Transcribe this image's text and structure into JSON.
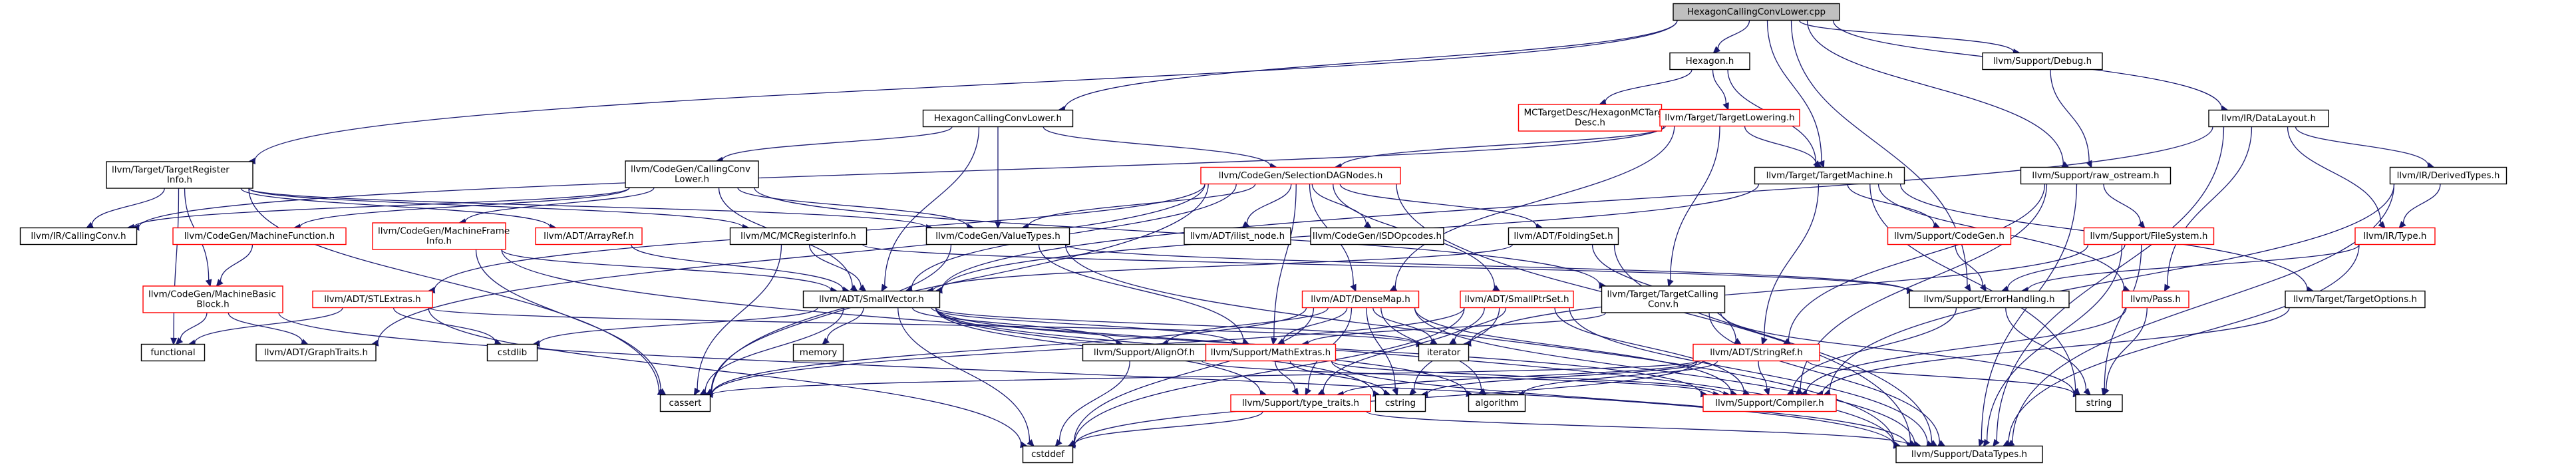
{
  "diagram": {
    "title": "HexagonCallingConvLower.cpp",
    "colors": {
      "edge": "#191970",
      "root_fill": "#bfbfbf",
      "node_stroke_normal": "#000000",
      "node_stroke_incomplete": "#ff0000",
      "node_fill": "#ffffff",
      "text": "#000000"
    },
    "nodes": [
      {
        "id": "root",
        "lines": [
          "HexagonCallingConvLower.cpp"
        ],
        "root": true
      },
      {
        "id": "hexagon",
        "lines": [
          "Hexagon.h"
        ]
      },
      {
        "id": "debug",
        "lines": [
          "llvm/Support/Debug.h"
        ]
      },
      {
        "id": "datalayout",
        "lines": [
          "llvm/IR/DataLayout.h"
        ]
      },
      {
        "id": "hcclower",
        "lines": [
          "HexagonCallingConvLower.h"
        ]
      },
      {
        "id": "mctarget",
        "lines": [
          "MCTargetDesc/HexagonMCTarget",
          "Desc.h"
        ],
        "red": true
      },
      {
        "id": "tlowering",
        "lines": [
          "llvm/Target/TargetLowering.h"
        ],
        "red": true
      },
      {
        "id": "tregister",
        "lines": [
          "llvm/Target/TargetRegister",
          "Info.h"
        ]
      },
      {
        "id": "cgcallingconv",
        "lines": [
          "llvm/CodeGen/CallingConv",
          "Lower.h"
        ]
      },
      {
        "id": "seldag",
        "lines": [
          "llvm/CodeGen/SelectionDAGNodes.h"
        ],
        "red": true
      },
      {
        "id": "tmachine",
        "lines": [
          "llvm/Target/TargetMachine.h"
        ]
      },
      {
        "id": "rawostream",
        "lines": [
          "llvm/Support/raw_ostream.h"
        ]
      },
      {
        "id": "derivedtypes",
        "lines": [
          "llvm/IR/DerivedTypes.h"
        ]
      },
      {
        "id": "ircallingconv",
        "lines": [
          "llvm/IR/CallingConv.h"
        ]
      },
      {
        "id": "machinefunction",
        "lines": [
          "llvm/CodeGen/MachineFunction.h"
        ],
        "red": true
      },
      {
        "id": "machineframe",
        "lines": [
          "llvm/CodeGen/MachineFrame",
          "Info.h"
        ],
        "red": true
      },
      {
        "id": "arrayref",
        "lines": [
          "llvm/ADT/ArrayRef.h"
        ],
        "red": true
      },
      {
        "id": "mcreginfo",
        "lines": [
          "llvm/MC/MCRegisterInfo.h"
        ]
      },
      {
        "id": "valuetypes",
        "lines": [
          "llvm/CodeGen/ValueTypes.h"
        ]
      },
      {
        "id": "ilistnode",
        "lines": [
          "llvm/ADT/ilist_node.h"
        ]
      },
      {
        "id": "isdopcodes",
        "lines": [
          "llvm/CodeGen/ISDOpcodes.h"
        ]
      },
      {
        "id": "foldingset",
        "lines": [
          "llvm/ADT/FoldingSet.h"
        ]
      },
      {
        "id": "cgsupport",
        "lines": [
          "llvm/Support/CodeGen.h"
        ],
        "red": true
      },
      {
        "id": "filesystem",
        "lines": [
          "llvm/Support/FileSystem.h"
        ],
        "red": true
      },
      {
        "id": "irtype",
        "lines": [
          "llvm/IR/Type.h"
        ],
        "red": true
      },
      {
        "id": "machinebasic",
        "lines": [
          "llvm/CodeGen/MachineBasic",
          "Block.h"
        ],
        "red": true
      },
      {
        "id": "stlextras",
        "lines": [
          "llvm/ADT/STLExtras.h"
        ],
        "red": true
      },
      {
        "id": "smallvector",
        "lines": [
          "llvm/ADT/SmallVector.h"
        ]
      },
      {
        "id": "densemap",
        "lines": [
          "llvm/ADT/DenseMap.h"
        ],
        "red": true
      },
      {
        "id": "smallptrset",
        "lines": [
          "llvm/ADT/SmallPtrSet.h"
        ],
        "red": true
      },
      {
        "id": "ttcallingconv",
        "lines": [
          "llvm/Target/TargetCalling",
          "Conv.h"
        ]
      },
      {
        "id": "errorhandling",
        "lines": [
          "llvm/Support/ErrorHandling.h"
        ]
      },
      {
        "id": "pass",
        "lines": [
          "llvm/Pass.h"
        ],
        "red": true
      },
      {
        "id": "toptions",
        "lines": [
          "llvm/Target/TargetOptions.h"
        ]
      },
      {
        "id": "functional",
        "lines": [
          "functional"
        ]
      },
      {
        "id": "graphtraits",
        "lines": [
          "llvm/ADT/GraphTraits.h"
        ]
      },
      {
        "id": "cstdlib",
        "lines": [
          "cstdlib"
        ]
      },
      {
        "id": "memory",
        "lines": [
          "memory"
        ]
      },
      {
        "id": "alignof",
        "lines": [
          "llvm/Support/AlignOf.h"
        ]
      },
      {
        "id": "mathextras",
        "lines": [
          "llvm/Support/MathExtras.h"
        ],
        "red": true
      },
      {
        "id": "iterator",
        "lines": [
          "iterator"
        ]
      },
      {
        "id": "stringref",
        "lines": [
          "llvm/ADT/StringRef.h"
        ],
        "red": true
      },
      {
        "id": "cassert",
        "lines": [
          "cassert"
        ]
      },
      {
        "id": "cstring",
        "lines": [
          "cstring"
        ]
      },
      {
        "id": "algorithm",
        "lines": [
          "algorithm"
        ]
      },
      {
        "id": "compiler",
        "lines": [
          "llvm/Support/Compiler.h"
        ],
        "red": true
      },
      {
        "id": "string",
        "lines": [
          "string"
        ]
      },
      {
        "id": "typetraits",
        "lines": [
          "llvm/Support/type_traits.h"
        ],
        "red": true
      },
      {
        "id": "cstddef",
        "lines": [
          "cstddef"
        ]
      },
      {
        "id": "datatypes",
        "lines": [
          "llvm/Support/DataTypes.h"
        ]
      }
    ],
    "edges": [
      [
        "root",
        "hexagon"
      ],
      [
        "root",
        "debug"
      ],
      [
        "root",
        "datalayout"
      ],
      [
        "root",
        "hcclower"
      ],
      [
        "root",
        "tregister"
      ],
      [
        "root",
        "tmachine"
      ],
      [
        "root",
        "rawostream"
      ],
      [
        "root",
        "errorhandling"
      ],
      [
        "hexagon",
        "mctarget"
      ],
      [
        "hexagon",
        "tlowering"
      ],
      [
        "hexagon",
        "tmachine"
      ],
      [
        "debug",
        "rawostream"
      ],
      [
        "datalayout",
        "derivedtypes"
      ],
      [
        "datalayout",
        "irtype"
      ],
      [
        "datalayout",
        "pass"
      ],
      [
        "datalayout",
        "datatypes"
      ],
      [
        "datalayout",
        "smallvector"
      ],
      [
        "hcclower",
        "cgcallingconv"
      ],
      [
        "hcclower",
        "seldag"
      ],
      [
        "hcclower",
        "valuetypes"
      ],
      [
        "hcclower",
        "smallvector"
      ],
      [
        "tlowering",
        "seldag"
      ],
      [
        "tlowering",
        "tmachine"
      ],
      [
        "tlowering",
        "ircallingconv"
      ],
      [
        "tlowering",
        "densemap"
      ],
      [
        "tlowering",
        "ttcallingconv"
      ],
      [
        "tregister",
        "ircallingconv"
      ],
      [
        "tregister",
        "machinebasic"
      ],
      [
        "tregister",
        "mcreginfo"
      ],
      [
        "tregister",
        "valuetypes"
      ],
      [
        "tregister",
        "functional"
      ],
      [
        "tregister",
        "cassert"
      ],
      [
        "tregister",
        "arrayref"
      ],
      [
        "cgcallingconv",
        "ircallingconv"
      ],
      [
        "cgcallingconv",
        "machinefunction"
      ],
      [
        "cgcallingconv",
        "machineframe"
      ],
      [
        "cgcallingconv",
        "valuetypes"
      ],
      [
        "cgcallingconv",
        "smallvector"
      ],
      [
        "cgcallingconv",
        "ttcallingconv"
      ],
      [
        "seldag",
        "valuetypes"
      ],
      [
        "seldag",
        "ilistnode"
      ],
      [
        "seldag",
        "isdopcodes"
      ],
      [
        "seldag",
        "foldingset"
      ],
      [
        "seldag",
        "stlextras"
      ],
      [
        "seldag",
        "smallvector"
      ],
      [
        "seldag",
        "densemap"
      ],
      [
        "seldag",
        "smallptrset"
      ],
      [
        "seldag",
        "graphtraits"
      ],
      [
        "seldag",
        "mathextras"
      ],
      [
        "seldag",
        "cassert"
      ],
      [
        "seldag",
        "datatypes"
      ],
      [
        "tmachine",
        "cgsupport"
      ],
      [
        "tmachine",
        "toptions"
      ],
      [
        "tmachine",
        "pass"
      ],
      [
        "tmachine",
        "stringref"
      ],
      [
        "tmachine",
        "string"
      ],
      [
        "tmachine",
        "smallvector"
      ],
      [
        "rawostream",
        "filesystem"
      ],
      [
        "rawostream",
        "compiler"
      ],
      [
        "rawostream",
        "datatypes"
      ],
      [
        "rawostream",
        "stringref"
      ],
      [
        "derivedtypes",
        "irtype"
      ],
      [
        "derivedtypes",
        "compiler"
      ],
      [
        "derivedtypes",
        "datatypes"
      ],
      [
        "machineframe",
        "smallvector"
      ],
      [
        "machineframe",
        "cassert"
      ],
      [
        "machineframe",
        "datatypes"
      ],
      [
        "machinefunction",
        "machinebasic"
      ],
      [
        "arrayref",
        "smallvector"
      ],
      [
        "mcreginfo",
        "smallvector"
      ],
      [
        "mcreginfo",
        "errorhandling"
      ],
      [
        "mcreginfo",
        "cassert"
      ],
      [
        "valuetypes",
        "mathextras"
      ],
      [
        "valuetypes",
        "errorhandling"
      ],
      [
        "valuetypes",
        "cassert"
      ],
      [
        "valuetypes",
        "datatypes"
      ],
      [
        "foldingset",
        "smallvector"
      ],
      [
        "foldingset",
        "stringref"
      ],
      [
        "foldingset",
        "datatypes"
      ],
      [
        "cgsupport",
        "errorhandling"
      ],
      [
        "filesystem",
        "errorhandling"
      ],
      [
        "filesystem",
        "datatypes"
      ],
      [
        "filesystem",
        "string"
      ],
      [
        "filesystem",
        "iterator"
      ],
      [
        "irtype",
        "errorhandling"
      ],
      [
        "irtype",
        "datatypes"
      ],
      [
        "machinebasic",
        "graphtraits"
      ],
      [
        "machinebasic",
        "functional"
      ],
      [
        "machinebasic",
        "datatypes"
      ],
      [
        "stlextras",
        "functional"
      ],
      [
        "stlextras",
        "cstdlib"
      ],
      [
        "stlextras",
        "iterator"
      ],
      [
        "stlextras",
        "cstddef"
      ],
      [
        "smallvector",
        "alignof"
      ],
      [
        "smallvector",
        "mathextras"
      ],
      [
        "smallvector",
        "typetraits"
      ],
      [
        "smallvector",
        "cassert"
      ],
      [
        "smallvector",
        "cstddef"
      ],
      [
        "smallvector",
        "cstdlib"
      ],
      [
        "smallvector",
        "cstring"
      ],
      [
        "smallvector",
        "iterator"
      ],
      [
        "smallvector",
        "memory"
      ],
      [
        "smallvector",
        "compiler"
      ],
      [
        "smallvector",
        "algorithm"
      ],
      [
        "densemap",
        "alignof"
      ],
      [
        "densemap",
        "mathextras"
      ],
      [
        "densemap",
        "typetraits"
      ],
      [
        "densemap",
        "cassert"
      ],
      [
        "densemap",
        "cstddef"
      ],
      [
        "densemap",
        "cstring"
      ],
      [
        "densemap",
        "iterator"
      ],
      [
        "densemap",
        "algorithm"
      ],
      [
        "densemap",
        "compiler"
      ],
      [
        "densemap",
        "datatypes"
      ],
      [
        "smallptrset",
        "cassert"
      ],
      [
        "smallptrset",
        "cstddef"
      ],
      [
        "smallptrset",
        "cstring"
      ],
      [
        "smallptrset",
        "iterator"
      ],
      [
        "smallptrset",
        "compiler"
      ],
      [
        "smallptrset",
        "datatypes"
      ],
      [
        "smallptrset",
        "typetraits"
      ],
      [
        "ttcallingconv",
        "datatypes"
      ],
      [
        "ttcallingconv",
        "mathextras"
      ],
      [
        "ttcallingconv",
        "string"
      ],
      [
        "errorhandling",
        "compiler"
      ],
      [
        "errorhandling",
        "string"
      ],
      [
        "pass",
        "compiler"
      ],
      [
        "pass",
        "string"
      ],
      [
        "toptions",
        "compiler"
      ],
      [
        "alignof",
        "compiler"
      ],
      [
        "alignof",
        "cstddef"
      ],
      [
        "mathextras",
        "typetraits"
      ],
      [
        "mathextras",
        "compiler"
      ],
      [
        "mathextras",
        "datatypes"
      ],
      [
        "mathextras",
        "cstring"
      ],
      [
        "stringref",
        "compiler"
      ],
      [
        "stringref",
        "algorithm"
      ],
      [
        "stringref",
        "cassert"
      ],
      [
        "stringref",
        "cstddef"
      ],
      [
        "stringref",
        "cstring"
      ],
      [
        "stringref",
        "string"
      ],
      [
        "stringref",
        "typetraits"
      ],
      [
        "typetraits",
        "cstddef"
      ],
      [
        "typetraits",
        "datatypes"
      ]
    ]
  }
}
